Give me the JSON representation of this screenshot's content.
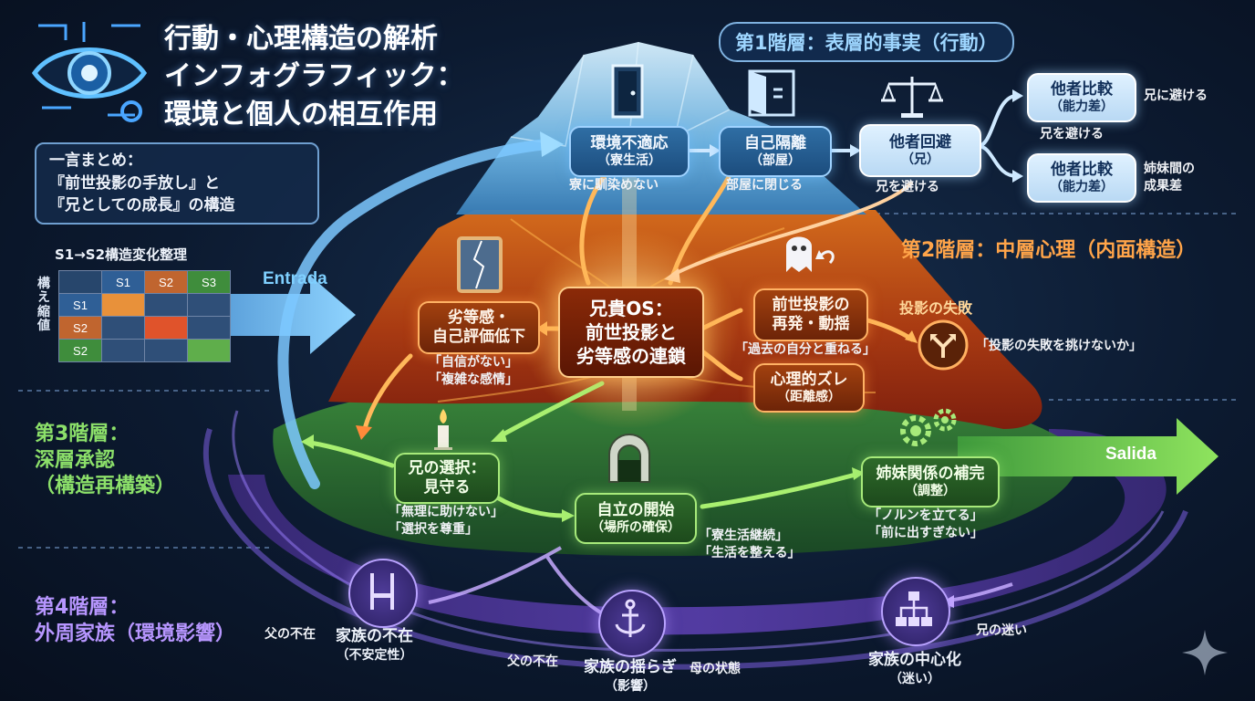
{
  "title": {
    "line1": "行動・心理構造の解析",
    "line2": "インフォグラフィック：",
    "line3": "環境と個人の相互作用"
  },
  "summary": {
    "heading": "一言まとめ：",
    "line1": "『前世投影の手放し』と",
    "line2": "『兄としての成長』の構造"
  },
  "matrix": {
    "title": "S1→S2構造変化整理",
    "side_label": "構え縮値",
    "col_headers": [
      "S1",
      "S2",
      "S3"
    ],
    "rows": [
      {
        "label": "S1",
        "cells": [
          "#e8913a",
          "#2f4f78",
          "#2f4f78"
        ]
      },
      {
        "label": "S2",
        "cells": [
          "#2f4f78",
          "#e0532b",
          "#2f4f78"
        ]
      },
      {
        "label": "S2",
        "cells": [
          "#2f4f78",
          "#2f4f78",
          "#5fae4b"
        ]
      }
    ],
    "colors": {
      "header_s1": "#2f5f96",
      "header_s2": "#c0652f",
      "header_s3": "#3f8d3c"
    }
  },
  "flow": {
    "in_label": "Entrada",
    "out_label": "Salida"
  },
  "layers": {
    "l1": "第1階層：表層的事実（行動）",
    "l2": "第2階層：中層心理（内面構造）",
    "l3": {
      "line1": "第3階層：",
      "line2": "深層承認",
      "line3": "（構造再構築）"
    },
    "l4": {
      "line1": "第4階層：",
      "line2": "外周家族（環境影響）"
    }
  },
  "nodes": {
    "env": {
      "title": "環境不適応",
      "sub": "（寮生活）",
      "note": "寮に馴染めない"
    },
    "isolation": {
      "title": "自己隔離",
      "sub": "（部屋）",
      "note": "部屋に閉じる"
    },
    "avoid": {
      "title": "他者回避",
      "sub": "（兄）",
      "note": "兄を避ける"
    },
    "compare1": {
      "title": "他者比較",
      "sub": "（能力差）",
      "note": "兄に避ける",
      "below": "兄を避ける"
    },
    "compare2": {
      "title": "他者比較",
      "sub": "（能力差）",
      "note_line1": "姉妹間の",
      "note_line2": "成果差"
    },
    "inferior": {
      "title_line1": "劣等感・",
      "title_line2": "自己評価低下",
      "note_line1": "「自信がない」",
      "note_line2": "「複雑な感情」"
    },
    "core": {
      "line1": "兄貴OS：",
      "line2": "前世投影と",
      "line3": "劣等感の連鎖"
    },
    "past": {
      "title_line1": "前世投影の",
      "title_line2": "再発・動揺",
      "note": "「過去の自分と重ねる」"
    },
    "gap": {
      "title": "心理的ズレ",
      "sub": "（距離感）"
    },
    "failure": {
      "title": "投影の失敗",
      "note": "「投影の失敗を挑けないか」"
    },
    "choice": {
      "title_line1": "兄の選択：",
      "title_line2": "見守る",
      "note_line1": "「無理に助けない」",
      "note_line2": "「選択を尊重」"
    },
    "independence": {
      "title": "自立の開始",
      "sub": "（場所の確保）",
      "note_line1": "「寮生活継続」",
      "note_line2": "「生活を整える」"
    },
    "sister": {
      "title": "姉妹関係の補完",
      "sub": "（調整）",
      "note_line1": "「ノルンを立てる」",
      "note_line2": "「前に出すぎない」"
    },
    "absence": {
      "title": "家族の不在",
      "sub": "（不安定性）",
      "side": "父の不在"
    },
    "wobble": {
      "title": "家族の揺らぎ",
      "sub": "（影響）",
      "left": "父の不在",
      "right": "母の状態"
    },
    "center": {
      "title": "家族の中心化",
      "sub": "（迷い）",
      "side": "兄の迷い"
    }
  },
  "icons": [
    "eye-icon",
    "door-icon",
    "open-door-icon",
    "scales-icon",
    "broken-mirror-icon",
    "ghost-icon",
    "crossroads-icon",
    "candle-icon",
    "archway-icon",
    "gears-icon",
    "chair-icon",
    "anchor-icon",
    "hierarchy-icon",
    "sparkle-icon"
  ]
}
